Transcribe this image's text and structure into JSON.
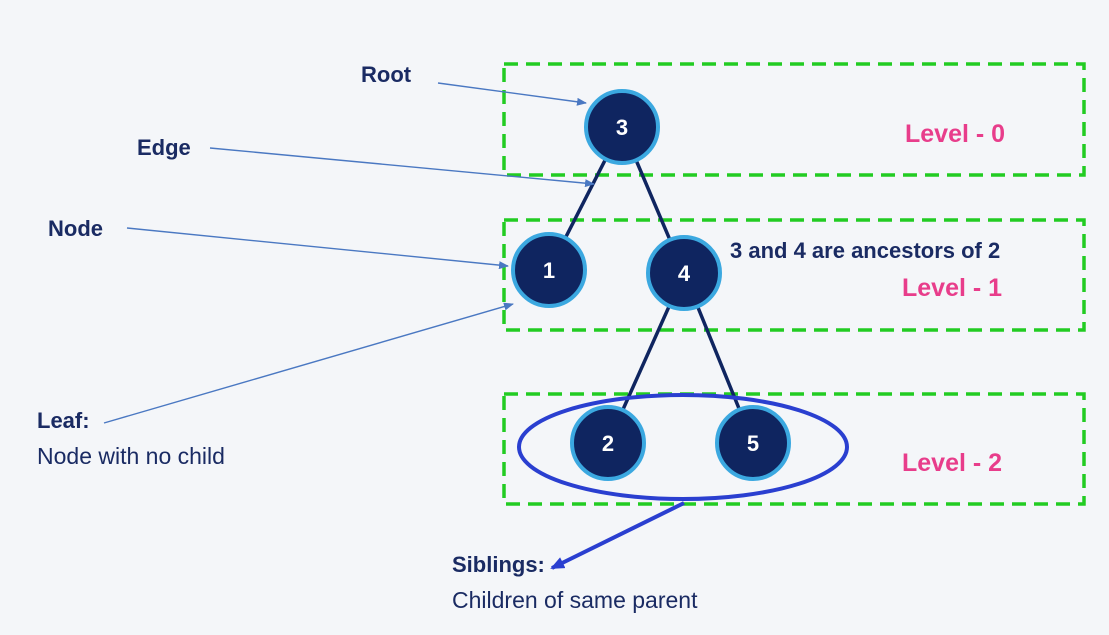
{
  "colors": {
    "background": "#f4f6f9",
    "node_fill": "#0f2560",
    "node_ring": "#3ba8e0",
    "level_box": "#22cc22",
    "level_text": "#e83d8b",
    "pointer_arrow": "#4a78c2",
    "sibling_ellipse": "#2a3fd0",
    "label_text": "#1a2b63"
  },
  "tree": {
    "nodes": [
      {
        "id": "3",
        "label": "3",
        "level": 0
      },
      {
        "id": "1",
        "label": "1",
        "level": 1
      },
      {
        "id": "4",
        "label": "4",
        "level": 1
      },
      {
        "id": "2",
        "label": "2",
        "level": 2
      },
      {
        "id": "5",
        "label": "5",
        "level": 2
      }
    ],
    "edges": [
      {
        "from": "3",
        "to": "1"
      },
      {
        "from": "3",
        "to": "4"
      },
      {
        "from": "4",
        "to": "2"
      },
      {
        "from": "4",
        "to": "5"
      }
    ]
  },
  "levels": [
    "Level - 0",
    "Level - 1",
    "Level - 2"
  ],
  "labels": {
    "root": "Root",
    "edge": "Edge",
    "node": "Node",
    "leaf_title": "Leaf:",
    "leaf_desc": "Node with no child",
    "ancestors": "3 and 4 are ancestors of 2",
    "siblings_title": "Siblings:",
    "siblings_desc": "Children of same parent"
  }
}
